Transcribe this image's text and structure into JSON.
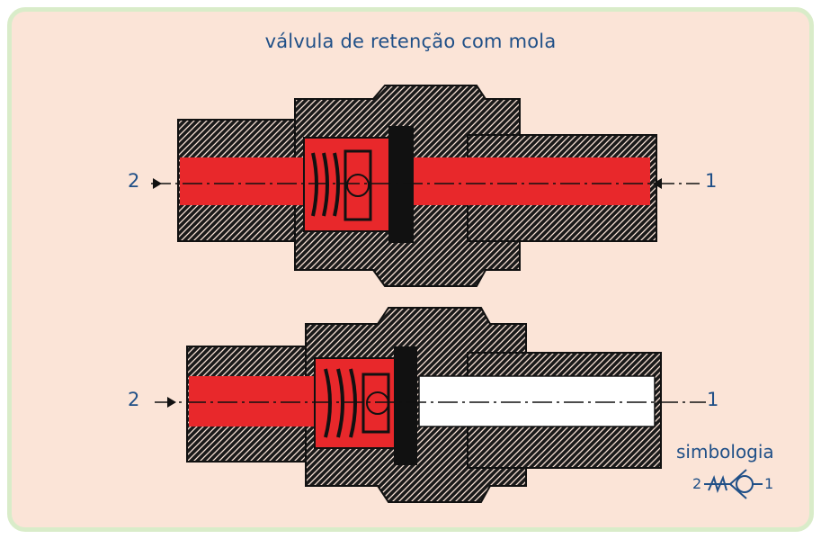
{
  "title": "válvula de retenção com mola",
  "valve_open": {
    "port_left": "2",
    "port_right": "1"
  },
  "valve_closed": {
    "port_left": "2",
    "port_right": "1"
  },
  "symbol": {
    "heading": "simbologia",
    "port_left": "2",
    "port_right": "1"
  },
  "colors": {
    "flow": "#e8282b",
    "body": "#1a1a1a",
    "text": "#1f4f87",
    "background": "#fbe4d7",
    "border": "#d9ecc9"
  }
}
